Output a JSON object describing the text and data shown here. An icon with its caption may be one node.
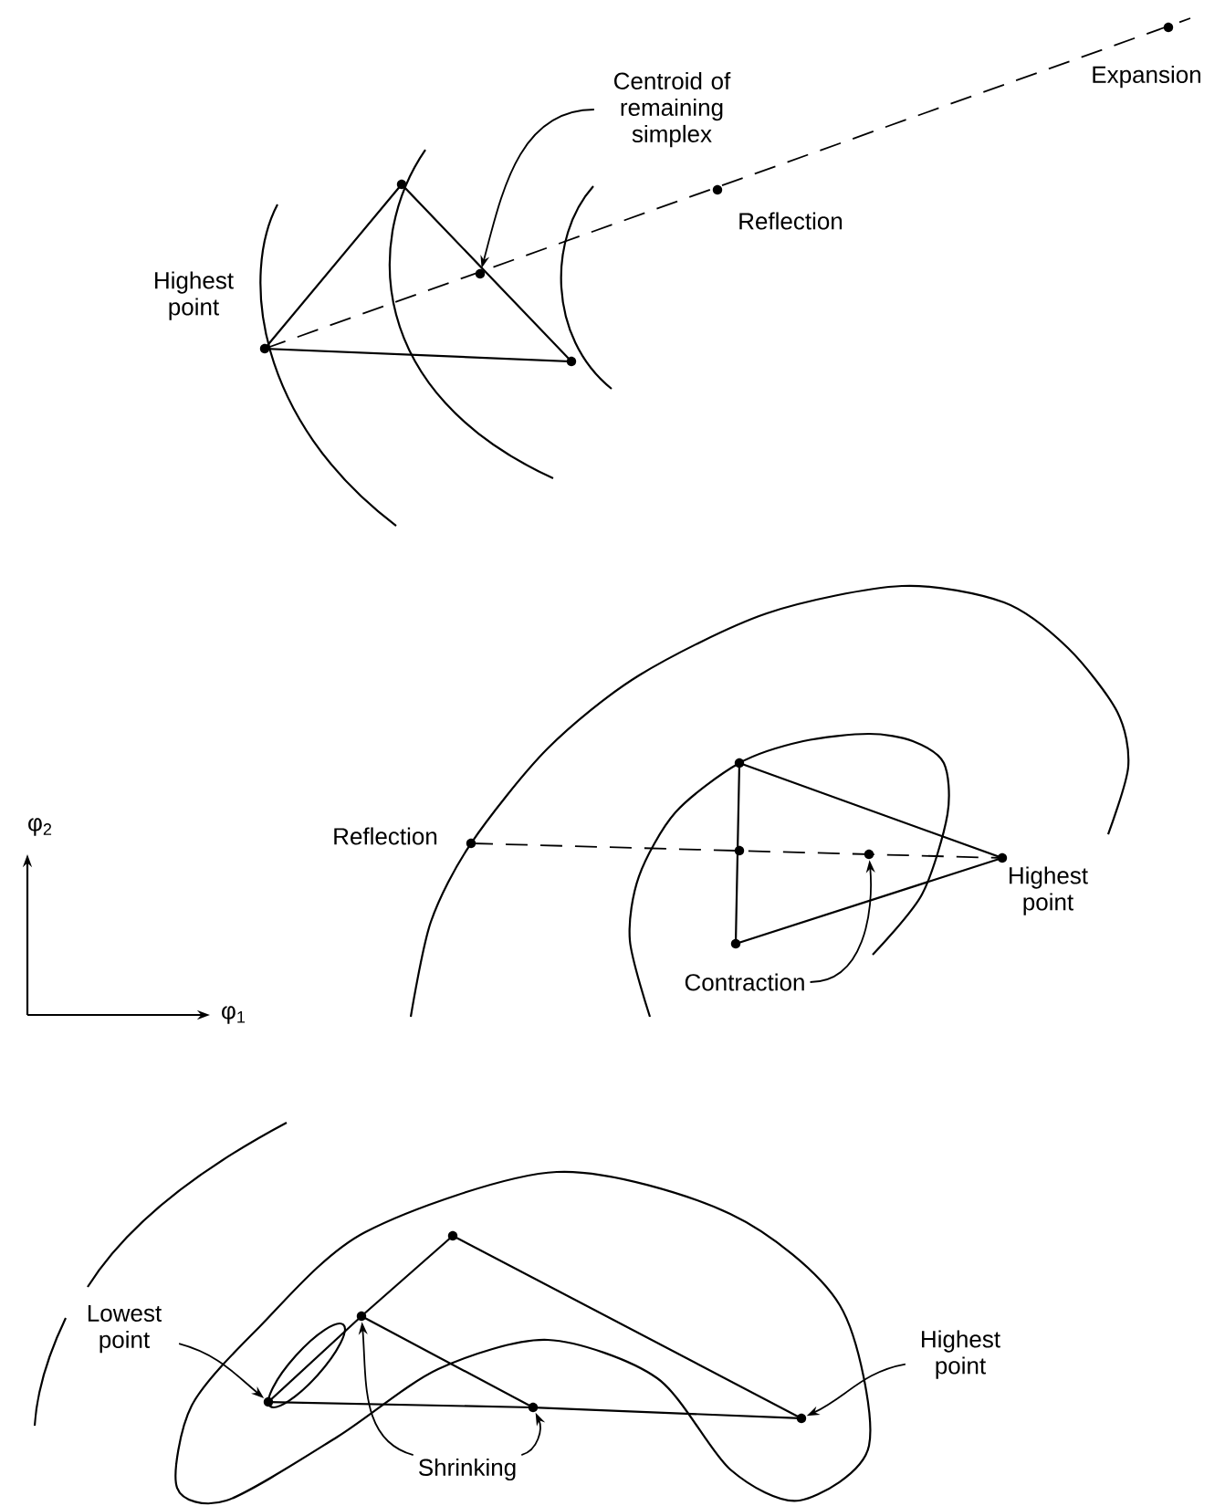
{
  "diagram": {
    "nodes": [
      {
        "text": [
          "Centroid of remaining simplex"
        ]
      },
      {
        "text": [],
        "shape": "circle"
      },
      {
        "text": [
          "Contraction"
        ]
      },
      {
        "text": [],
        "shape": "circle"
      },
      {
        "text": [
          "Lowest point"
        ]
      },
      {
        "text": [],
        "shape": "circle"
      },
      {
        "text": [],
        "shape": "circle"
      },
      {
        "text": [],
        "shape": "circle"
      },
      {
        "text": [],
        "shape": "circle"
      },
      {
        "text": [],
        "shape": "circle"
      },
      {
        "text": [
          "Highest point"
        ]
      },
      {
        "text": [
          "Shrinking"
        ]
      }
    ],
    "edges": [
      {
        "from": 0,
        "to": 1,
        "arrow": "to"
      },
      {
        "from": 2,
        "to": 3,
        "arrow": "to"
      },
      {
        "from": 4,
        "to": 5,
        "arrow": "to"
      },
      {
        "from": 10,
        "to": 9,
        "arrow": "to"
      },
      {
        "from": 11,
        "to": 6,
        "arrow": "to"
      },
      {
        "from": 11,
        "to": 8,
        "arrow": "to"
      },
      {
        "from": 5,
        "to": 6,
        "arrow": "none"
      },
      {
        "from": 6,
        "to": 7,
        "arrow": "none"
      },
      {
        "from": 7,
        "to": 9,
        "arrow": "none"
      },
      {
        "from": 6,
        "to": 8,
        "arrow": "none"
      },
      {
        "from": 5,
        "to": 8,
        "arrow": "none"
      },
      {
        "from": 8,
        "to": 9,
        "arrow": "none"
      }
    ],
    "labels": [
      "Expansion",
      "Reflection",
      "Highest point",
      "φ$_{2}$",
      "Reflection",
      "Highest point",
      "φ$_{1}$"
    ]
  }
}
